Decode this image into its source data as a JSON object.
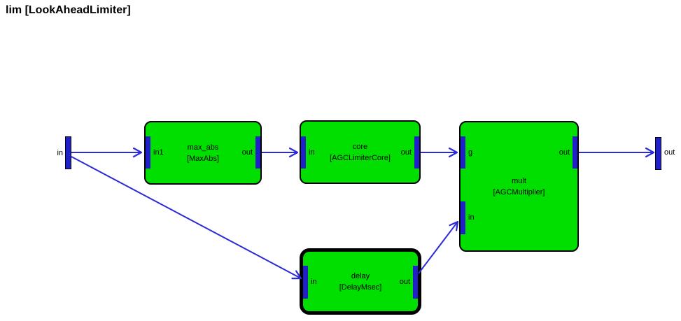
{
  "diagram": {
    "title": "lim [LookAheadLimiter]",
    "input_terminal": {
      "label": "in"
    },
    "output_terminal": {
      "label": "out"
    },
    "blocks": [
      {
        "name": "max_abs",
        "type_label": "[MaxAbs]",
        "selected": false,
        "ports": [
          {
            "label": "in1"
          },
          {
            "label": "out"
          }
        ]
      },
      {
        "name": "core",
        "type_label": "[AGCLimiterCore]",
        "selected": false,
        "ports": [
          {
            "label": "in"
          },
          {
            "label": "out"
          }
        ]
      },
      {
        "name": "mult",
        "type_label": "[AGCMultiplier]",
        "selected": false,
        "ports": [
          {
            "label": "g"
          },
          {
            "label": "in"
          },
          {
            "label": "out"
          }
        ]
      },
      {
        "name": "delay",
        "type_label": "[DelayMsec]",
        "selected": true,
        "ports": [
          {
            "label": "in"
          },
          {
            "label": "out"
          }
        ]
      }
    ],
    "colors": {
      "block_fill": "#00df00",
      "port_fill": "#2020c8",
      "wire": "#2a2ad8",
      "selected_border": "#000000",
      "background": "#ffffff",
      "text": "#000000"
    }
  }
}
